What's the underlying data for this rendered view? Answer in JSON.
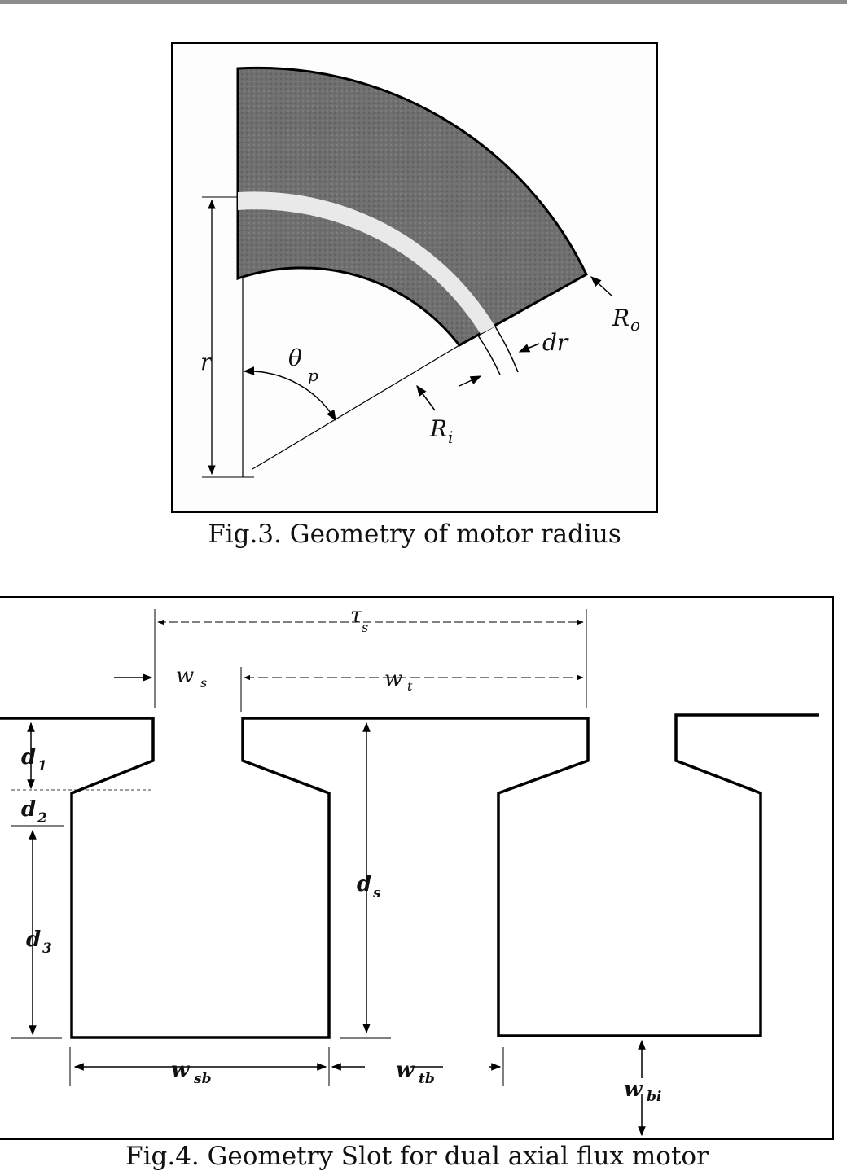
{
  "figure3": {
    "caption": "Fig.3. Geometry of motor radius",
    "labels": {
      "r": "r",
      "theta": "θ",
      "theta_sub": "p",
      "dr": "dr",
      "ro": "R",
      "ro_sub": "o",
      "ri": "R",
      "ri_sub": "i"
    }
  },
  "figure4": {
    "caption": "Fig.4. Geometry Slot for dual axial flux motor",
    "labels": {
      "tau_s": "τ",
      "tau_s_sub": "s",
      "w_s": "w",
      "w_s_sub": "s",
      "w_t": "w",
      "w_t_sub": "t",
      "d1": "d",
      "d1_sub": "1",
      "d2": "d",
      "d2_sub": "2",
      "d3": "d",
      "d3_sub": "3",
      "d_s": "d",
      "d_s_sub": "s",
      "w_sb": "w",
      "w_sb_sub": "sb",
      "w_tb": "w",
      "w_tb_sub": "tb",
      "w_bi": "w",
      "w_bi_sub": "bi"
    }
  }
}
